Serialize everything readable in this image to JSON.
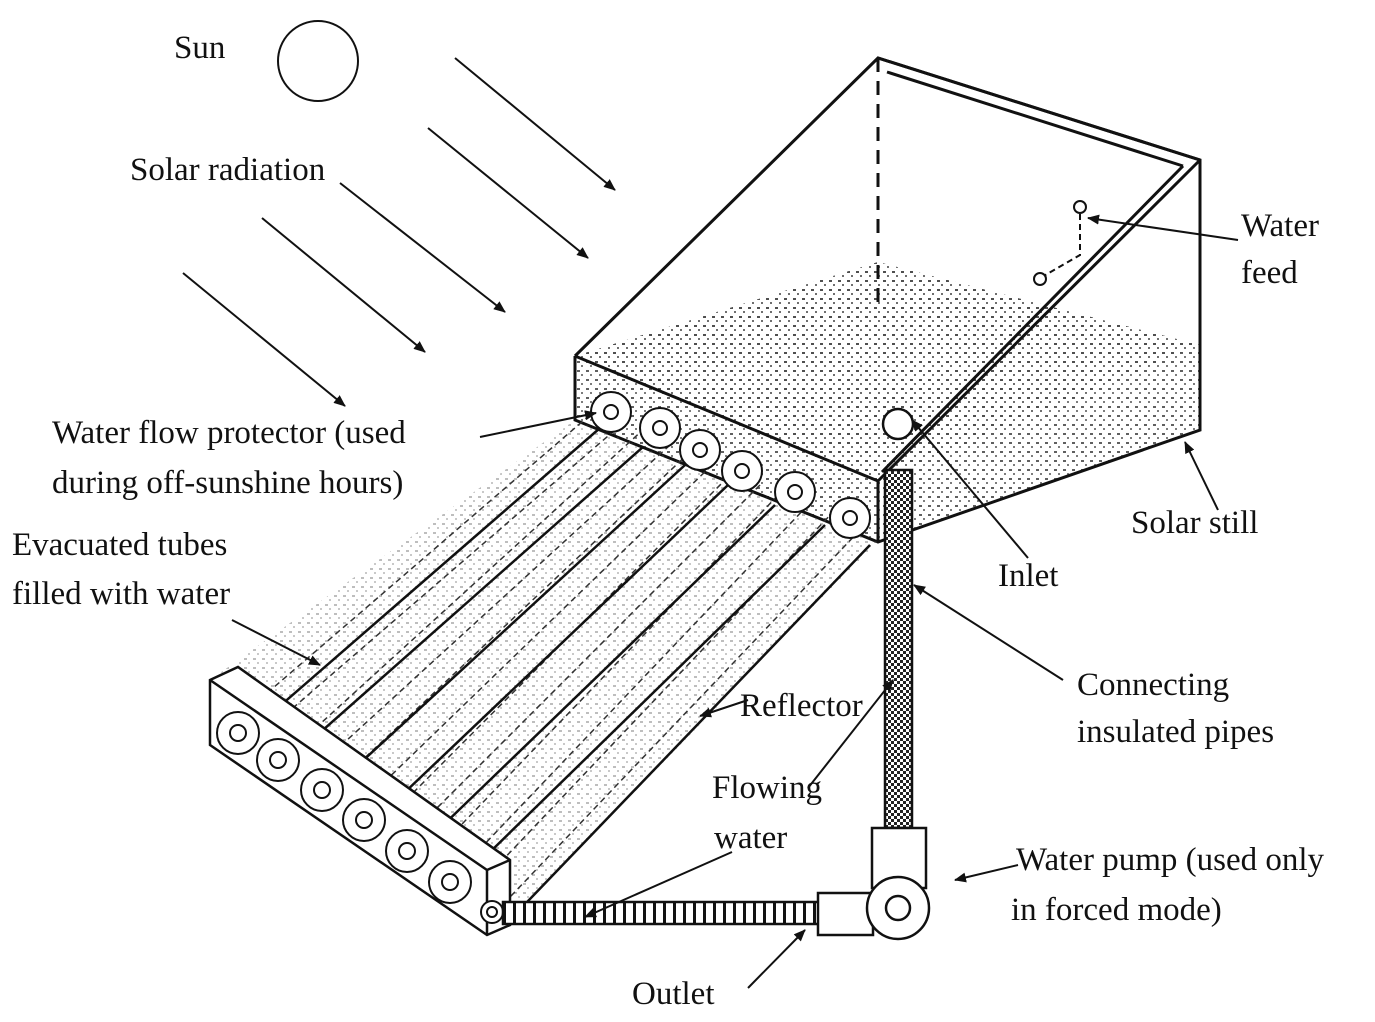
{
  "labels": {
    "sun": "Sun",
    "solar_radiation": "Solar radiation",
    "water_feed_line1": "Water",
    "water_feed_line2": "feed",
    "flow_protector_line1": "Water flow protector (used",
    "flow_protector_line2": "during off-sunshine hours)",
    "solar_still": "Solar still",
    "evacuated_line1": "Evacuated tubes",
    "evacuated_line2": "filled with water",
    "inlet": "Inlet",
    "connecting_line1": "Connecting",
    "connecting_line2": "insulated pipes",
    "reflector": "Reflector",
    "flowing_line1": "Flowing",
    "flowing_line2": "water",
    "pump_line1": "Water pump (used only",
    "pump_line2": "in forced mode)",
    "outlet": "Outlet"
  },
  "colors": {
    "ink": "#111111",
    "background": "#ffffff"
  }
}
